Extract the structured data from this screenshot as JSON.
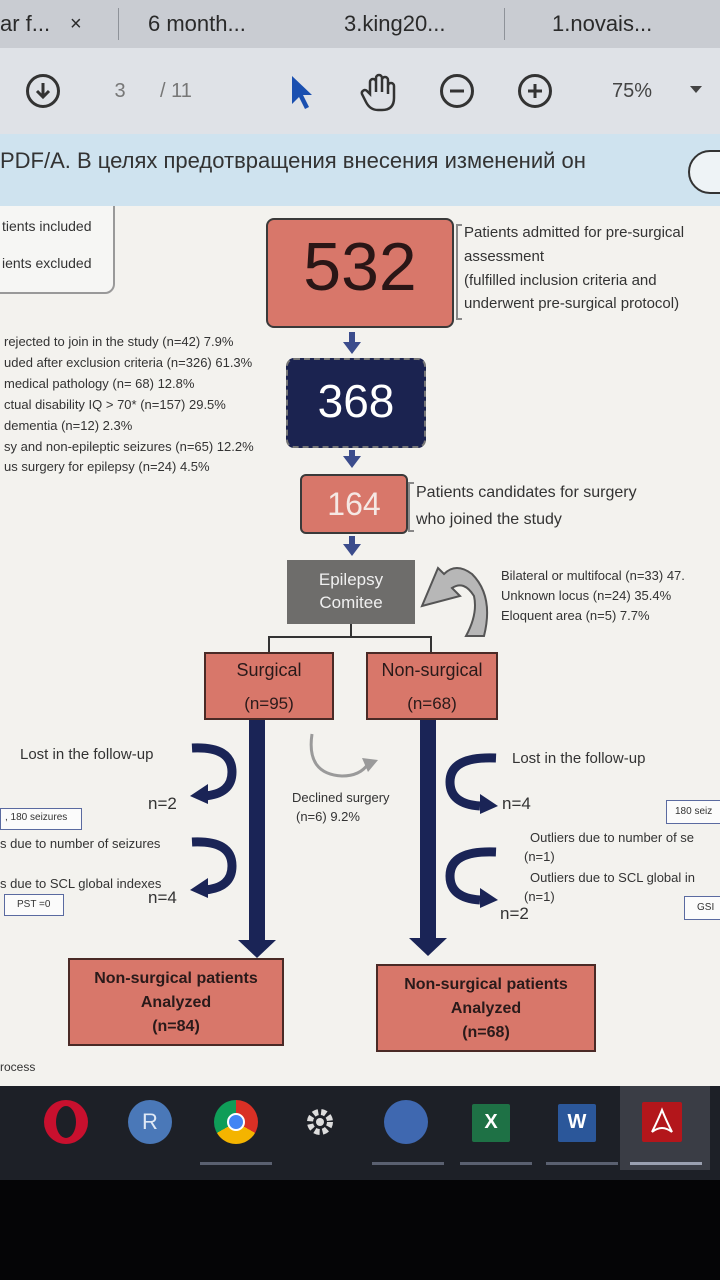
{
  "tabs": [
    {
      "label": "ar f..."
    },
    {
      "label": "6 month..."
    },
    {
      "label": "3.king20..."
    },
    {
      "label": "1.novais..."
    }
  ],
  "tab_close": "×",
  "toolbar": {
    "page_current": "3",
    "page_total": "/ 11",
    "zoom": "75%"
  },
  "notice": "PDF/A. В целях предотвращения внесения изменений он",
  "flow": {
    "legend": {
      "included": "tients included",
      "excluded": "ients excluded"
    },
    "box532": {
      "value": "532",
      "desc": [
        "Patients admitted for pre-surgical",
        "assessment",
        "(fulfilled inclusion criteria and",
        "underwent pre-surgical protocol)"
      ]
    },
    "exclusions": [
      "rejected to join in the study (n=42) 7.9%",
      "uded after exclusion criteria (n=326) 61.3%",
      "medical pathology (n= 68) 12.8%",
      "ctual disability IQ > 70* (n=157) 29.5%",
      "dementia (n=12) 2.3%",
      "sy and non-epileptic seizures (n=65) 12.2%",
      "us surgery for epilepsy (n=24) 4.5%"
    ],
    "box368": {
      "value": "368"
    },
    "box164": {
      "value": "164",
      "desc": [
        "Patients candidates for surgery",
        "who joined the study"
      ]
    },
    "comite": {
      "line1": "Epilepsy",
      "line2": "Comitee"
    },
    "comite_reasons": [
      "Bilateral or multifocal (n=33) 47.",
      "Unknown locus (n=24) 35.4%",
      "Eloquent area (n=5) 7.7%"
    ],
    "surgical": {
      "label": "Surgical",
      "n": "(n=95)"
    },
    "nonsurgical": {
      "label": "Non-surgical",
      "n": "(n=68)"
    },
    "left": {
      "lost": "Lost in the follow-up",
      "n2": "n=2",
      "seizures_box": ", 180 seizures",
      "outliers_seizures": "s due to number of seizures",
      "outliers_scl": "s due to SCL global indexes",
      "pst_box": "PST =0",
      "n4": "n=4"
    },
    "declined": {
      "line1": "Declined surgery",
      "line2": "(n=6) 9.2%"
    },
    "right": {
      "lost": "Lost in the follow-up",
      "n4": "n=4",
      "seizures_box": "180 seiz",
      "outliers_seizures": "Outliers due to number of se",
      "n1a": "(n=1)",
      "outliers_scl": "Outliers due to SCL global in",
      "n1b": "(n=1)",
      "n2": "n=2",
      "gsi_box": "GSI"
    },
    "analyzed_left": {
      "line1": "Non-surgical patients",
      "line2": "Analyzed",
      "line3": "(n=84)"
    },
    "analyzed_right": {
      "line1": "Non-surgical patients",
      "line2": "Analyzed",
      "line3": "(n=68)"
    },
    "footer": "rocess"
  },
  "colors": {
    "salmon": "#d8776a",
    "navy": "#1b2350",
    "arrow_blue": "#3b4c8c",
    "dark_navy": "#1a2456"
  },
  "taskbar_icons": [
    "opera-icon",
    "r-icon",
    "chrome-icon",
    "settings-icon",
    "network-icon",
    "excel-icon",
    "word-icon",
    "acrobat-icon"
  ]
}
